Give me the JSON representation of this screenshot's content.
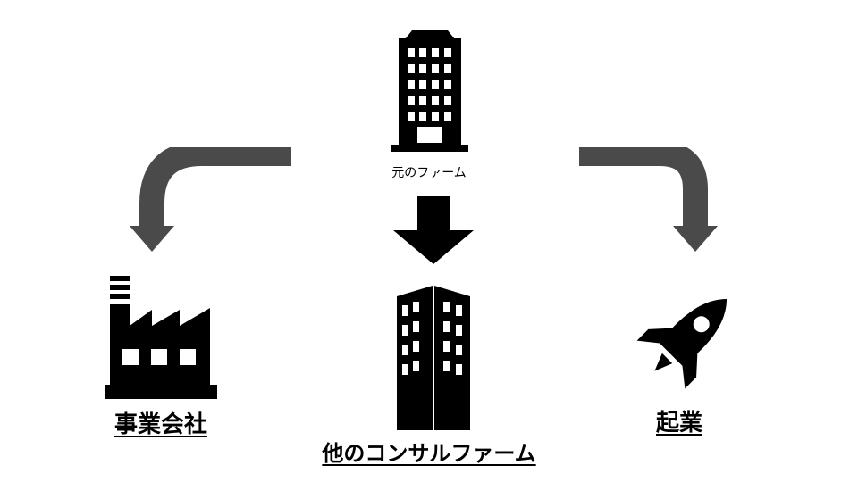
{
  "diagram": {
    "origin": {
      "label": "元のファーム",
      "icon": "office-building-icon"
    },
    "destinations": [
      {
        "label": "事業会社",
        "icon": "factory-icon"
      },
      {
        "label": "他のコンサルファーム",
        "icon": "skyscraper-icon"
      },
      {
        "label": "起業",
        "icon": "rocket-icon"
      }
    ],
    "colors": {
      "arrow_gray": "#4a4a4a",
      "arrow_black": "#000000",
      "icon": "#000000"
    }
  }
}
